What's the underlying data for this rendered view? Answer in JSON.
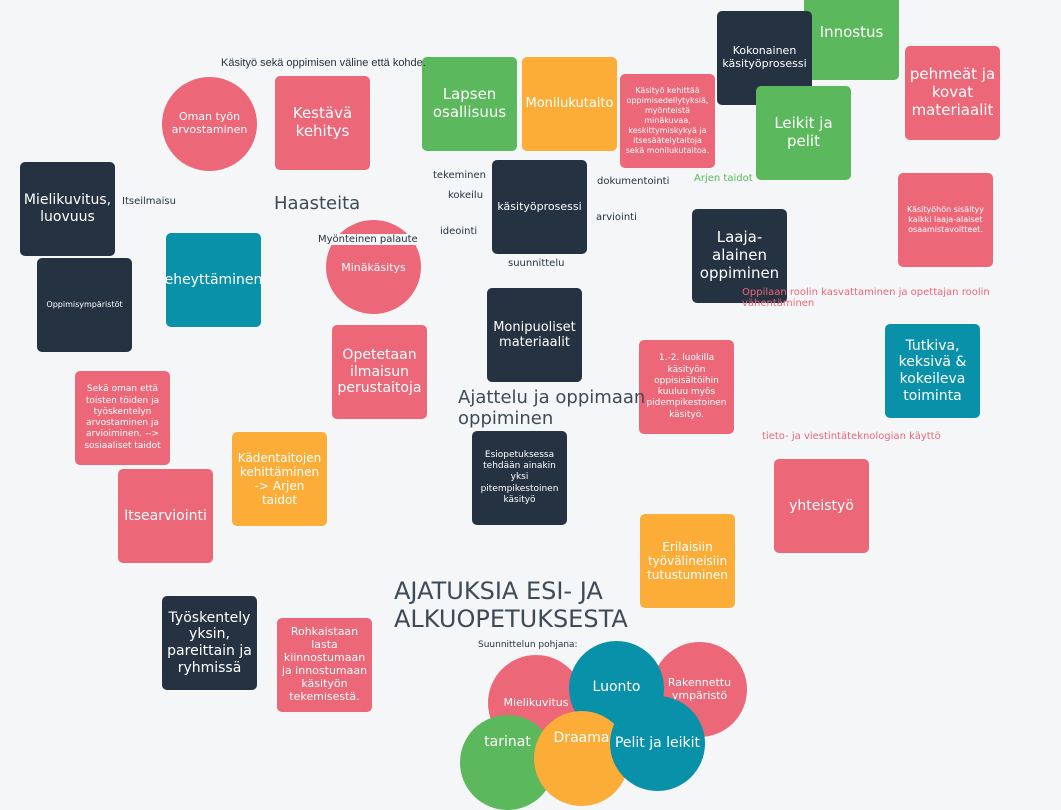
{
  "title": "AJATUKSIA ESI- JA ALKUOPETUKSESTA",
  "labels": {
    "kohde": "Käsityö sekä oppimisen väline että kohde.",
    "itseilmaisu": "Itseilmaisu",
    "haasteita": "Haasteita",
    "palaute": "Myönteinen palaute",
    "tekeminen": "tekeminen",
    "kokeilu": "kokeilu",
    "ideointi": "ideointi",
    "dokumentointi": "dokumentointi",
    "arviointi": "arviointi",
    "suunnittelu": "suunnittelu",
    "arjen": "Arjen taidot",
    "oppilaan": "Oppilaan roolin kasvattaminen ja opettajan roolin vähentäminen",
    "ajattelu": "Ajattelu ja oppimaan oppiminen",
    "tvt": "tieto- ja viestintäteknologian käyttö",
    "pohjana": "Suunnittelun pohjana:"
  },
  "nodes": {
    "oman": "Oman työn arvostaminen",
    "kestava": "Kestävä kehitys",
    "lapsen": "Lapsen osallisuus",
    "moni": "Monilukutaito",
    "kehittaa": "Käsityö kehittää oppimisedellytyksiä, myönteistä minäkuvaa, keskittymiskykyä ja itsesäätelytaitoja sekä monilukutaitoa.",
    "kokonainen": "Kokonainen käsityöprosessi",
    "innostus": "Innostus",
    "leikit": "Leikit ja pelit",
    "pehmeat": "pehmeät ja kovat materiaalit",
    "sisaltyy": "Käsityöhön sisältyy kaikki laaja-alaiset osaamistavoitteet.",
    "mielikuvitus": "Mielikuvitus, luovuus",
    "ympäristöt": "Oppimisympäristöt",
    "eheyttaminen": "eheyttäminen",
    "minakasitys": "Minäkäsitys",
    "prosessi": "käsityöprosessi",
    "laaja": "Laaja-alainen oppiminen",
    "monipuoliset": "Monipuoliset materiaalit",
    "opetetaan": "Opetetaan ilmaisun perustaitoja",
    "luokilla": "1.-2. luokilla käsityön oppisisältöihin kuuluu myös pidempikestoinen käsityö.",
    "tutkiva": "Tutkiva, keksivä & kokeileva toiminta",
    "seka": "Sekä oman että toisten töiden ja työskentelyn arvostaminen ja arvioiminen. --> sosiaaliset taidot",
    "esiopetus": "Esiopetuksessa tehdään ainakin yksi pitempikestoinen käsityö",
    "kadentaito": "Kädentaitojen kehittäminen -> Arjen taidot",
    "itsearviointi": "Itsearviointi",
    "yhteistyo": "yhteistyö",
    "erilaisiin": "Erilaisiin työvälineisiin tutustuminen",
    "tyoskentely": "Työskentely yksin, pareittain ja ryhmissä",
    "rohkaistaan": "Rohkaistaan lasta kiinnostumaan ja innostumaan käsityön tekemisestä.",
    "c_mielikuvitus": "Mielikuvitus",
    "c_luonto": "Luonto",
    "c_rakennettu": "Rakennettu ympäristö",
    "c_tarinat": "tarinat",
    "c_draama": "Draama",
    "c_pelit": "Pelit ja leikit"
  },
  "colors": {
    "pink": "#ec6778",
    "dark": "#253241",
    "green": "#5cb85c",
    "orange": "#fbad38",
    "teal": "#0891a8"
  }
}
